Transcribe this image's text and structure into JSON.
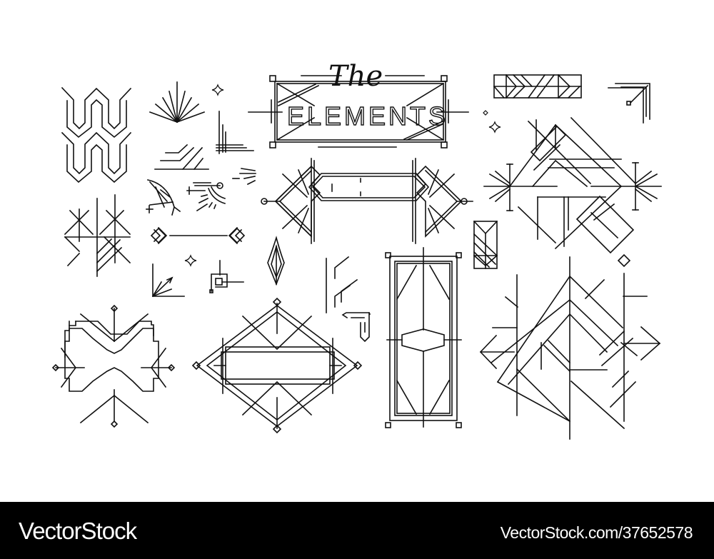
{
  "artwork": {
    "title_script": "The",
    "title_main": "ELEMENTS",
    "description": "Art deco linear ornaments set",
    "line_color": "#111111",
    "background_color": "#ffffff"
  },
  "footer": {
    "brand": "VectorStock",
    "reference": "VectorStock.com/37652578",
    "background_color": "#000000",
    "text_color": "#ffffff"
  }
}
